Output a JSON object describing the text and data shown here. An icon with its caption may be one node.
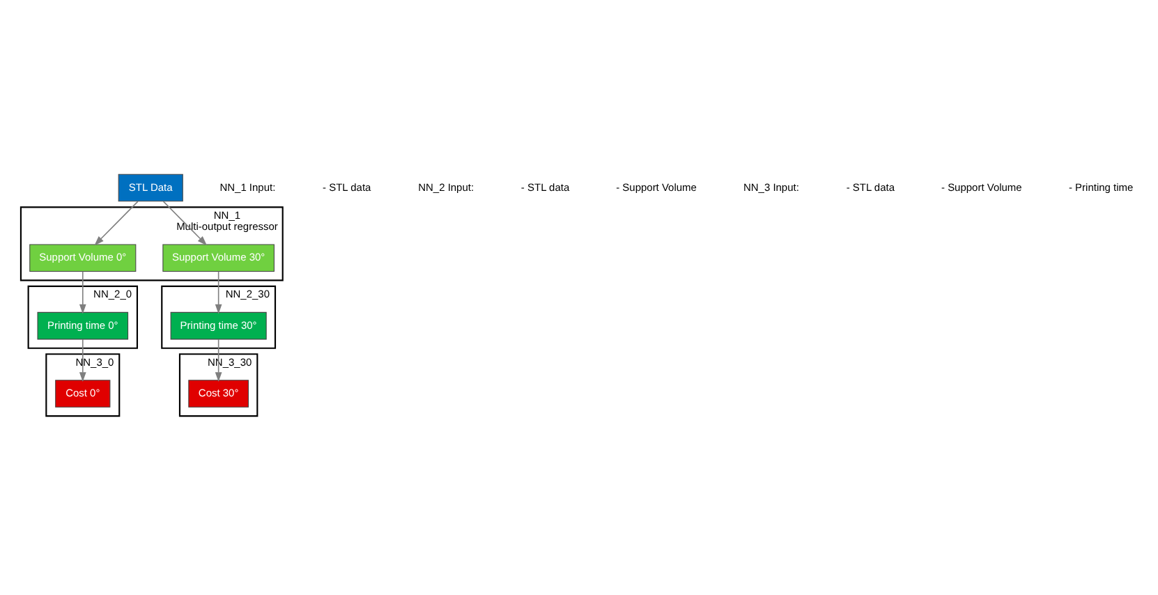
{
  "diagram": {
    "nodes": [
      {
        "text": [
          "STL Data"
        ]
      },
      {
        "text": [
          "NN_1",
          "Multi-output regressor"
        ]
      },
      {
        "text": [
          "Support Volume 0°"
        ],
        "in": 1
      },
      {
        "text": [
          "Support Volume 30°"
        ],
        "in": 1
      },
      {
        "text": [
          "NN_2_0"
        ]
      },
      {
        "text": [
          "Printing time 0°"
        ],
        "in": 4
      },
      {
        "text": [
          "NN_2_30"
        ]
      },
      {
        "text": [
          "Printing time 30°"
        ],
        "in": 6
      },
      {
        "text": [
          "NN_3_0"
        ]
      },
      {
        "text": [
          "Cost 0°"
        ],
        "in": 8
      },
      {
        "text": [
          "NN_3_30"
        ]
      },
      {
        "text": [
          "Cost 30°"
        ],
        "in": 10
      }
    ],
    "edges": [
      {
        "from": 0,
        "to": 2,
        "arrow": "to"
      },
      {
        "from": 0,
        "to": 3,
        "arrow": "to"
      },
      {
        "from": 2,
        "to": 5,
        "arrow": "to"
      },
      {
        "from": 3,
        "to": 7,
        "arrow": "to"
      },
      {
        "from": 5,
        "to": 9,
        "arrow": "to"
      },
      {
        "from": 7,
        "to": 11,
        "arrow": "to"
      }
    ],
    "labels": [
      "NN_1 Input:",
      "- STL data",
      "NN_2 Input:",
      "- STL data",
      "- Support Volume",
      "NN_3 Input:",
      "- STL data",
      "- Support Volume",
      "- Printing time"
    ]
  }
}
